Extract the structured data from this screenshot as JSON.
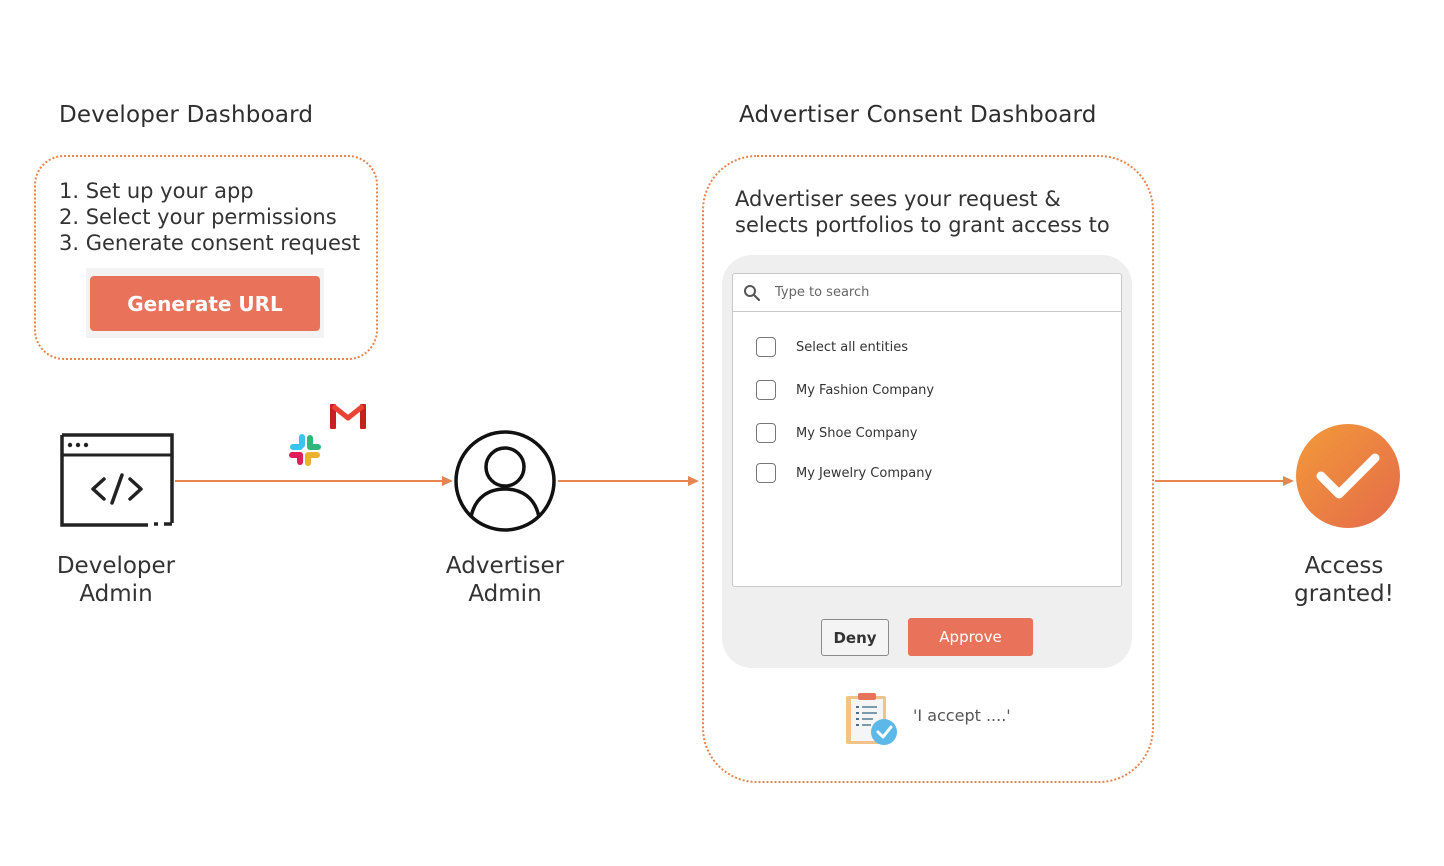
{
  "developer_dashboard": {
    "title": "Developer Dashboard",
    "steps": [
      "1. Set up your app",
      "2. Select your permissions",
      "3. Generate consent request"
    ],
    "generate_button": "Generate URL"
  },
  "consent_dashboard": {
    "title": "Advertiser Consent Dashboard",
    "description": [
      "Advertiser sees your request &",
      "selects portfolios to grant access to"
    ],
    "search": {
      "placeholder": "Type to search"
    },
    "entities": [
      "Select all entities",
      "My Fashion Company",
      "My Shoe Company",
      "My Jewelry Company"
    ],
    "deny_label": "Deny",
    "approve_label": "Approve",
    "accept_text": "'I accept ....'"
  },
  "nodes": {
    "developer": [
      "Developer",
      "Admin"
    ],
    "advertiser": [
      "Advertiser",
      "Admin"
    ],
    "access": [
      "Access",
      "granted!"
    ]
  },
  "icons": {
    "developer": "code-window-icon",
    "advertiser": "user-icon",
    "slack": "slack-icon",
    "gmail": "gmail-icon",
    "search": "search-icon",
    "document": "checklist-document-icon",
    "success": "checkmark-circle-icon"
  },
  "colors": {
    "accent": "#e8735a",
    "arrow": "#e8844f",
    "panel": "#efefef"
  }
}
